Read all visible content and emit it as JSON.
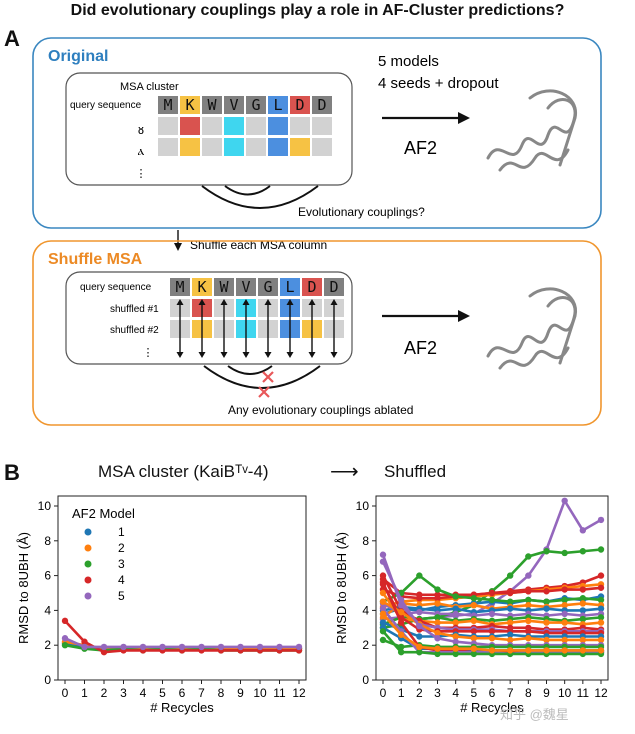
{
  "figure_title": "Did evolutionary couplings play a role in AF-Cluster predictions?",
  "panel_a": {
    "label": "A",
    "original": {
      "title": "Original",
      "msa_cluster_label": "MSA cluster",
      "query_label": "query sequence",
      "ellipsis": "⋮",
      "models_line1": "5 models",
      "models_line2": "4 seeds + dropout",
      "af2": "AF2",
      "couplings_caption": "Evolutionary couplings?"
    },
    "shuffle_caption": "Shuffle each MSA column",
    "shuffle": {
      "title": "Shuffle MSA",
      "query_label": "query sequence",
      "shuffled1": "shuffled #1",
      "shuffled2": "shuffled #2",
      "ellipsis": "⋮",
      "af2": "AF2",
      "ablated_caption": "Any evolutionary couplings ablated"
    },
    "residues": [
      "M",
      "K",
      "W",
      "V",
      "G",
      "L",
      "D",
      "D"
    ],
    "colors": {
      "gray": "#808080",
      "orange": "#f6c244",
      "red": "#d9534f",
      "cyan": "#3fd6ef",
      "blue": "#4c8fdf",
      "light": "#d2d2d2",
      "orig_border": "#3a87c0",
      "shuffle_border": "#f0962e",
      "title_blue": "#2e7fbf",
      "title_orange": "#ec8a25"
    }
  },
  "panel_b": {
    "label": "B",
    "arrow": "⟶",
    "watermark": "知乎 @魏星"
  },
  "chart_data": [
    {
      "type": "line",
      "title": "MSA cluster (KaiBᵀᵛ-4)",
      "xlabel": "# Recycles",
      "ylabel": "RMSD to 8UBH (Å)",
      "xlim": [
        0,
        12
      ],
      "ylim": [
        0,
        10
      ],
      "x_ticks": [
        0,
        1,
        2,
        3,
        4,
        5,
        6,
        7,
        8,
        9,
        10,
        11,
        12
      ],
      "y_ticks": [
        0,
        2,
        4,
        6,
        8,
        10
      ],
      "legend_title": "AF2 Model",
      "legend_position": "top-left",
      "legend_labels": [
        "1",
        "2",
        "3",
        "4",
        "5"
      ],
      "series_colors": [
        "#1f77b4",
        "#ff7f0e",
        "#2ca02c",
        "#d62728",
        "#9467bd"
      ],
      "series": [
        {
          "name": "1",
          "color": "#1f77b4",
          "values": [
            2.1,
            1.9,
            1.8,
            1.8,
            1.8,
            1.8,
            1.8,
            1.8,
            1.8,
            1.8,
            1.8,
            1.8,
            1.8
          ]
        },
        {
          "name": "2",
          "color": "#ff7f0e",
          "values": [
            2.2,
            2.0,
            1.8,
            1.8,
            1.8,
            1.8,
            1.8,
            1.8,
            1.8,
            1.8,
            1.8,
            1.8,
            1.8
          ]
        },
        {
          "name": "3",
          "color": "#2ca02c",
          "values": [
            2.0,
            1.8,
            1.7,
            1.8,
            1.7,
            1.8,
            1.7,
            1.8,
            1.7,
            1.7,
            1.7,
            1.7,
            1.7
          ]
        },
        {
          "name": "4",
          "color": "#d62728",
          "values": [
            3.4,
            2.2,
            1.6,
            1.7,
            1.7,
            1.7,
            1.7,
            1.7,
            1.7,
            1.7,
            1.7,
            1.7,
            1.7
          ]
        },
        {
          "name": "5",
          "color": "#9467bd",
          "values": [
            2.4,
            1.9,
            1.9,
            1.9,
            1.9,
            1.9,
            1.9,
            1.9,
            1.9,
            1.9,
            1.9,
            1.9,
            1.9
          ]
        }
      ]
    },
    {
      "type": "line",
      "title": "Shuffled",
      "xlabel": "# Recycles",
      "ylabel": "RMSD to 8UBH (Å)",
      "xlim": [
        0,
        12
      ],
      "ylim": [
        0,
        10
      ],
      "x_ticks": [
        0,
        1,
        2,
        3,
        4,
        5,
        6,
        7,
        8,
        9,
        10,
        11,
        12
      ],
      "y_ticks": [
        0,
        2,
        4,
        6,
        8,
        10
      ],
      "series": [
        {
          "color": "#9467bd",
          "values": [
            3.5,
            3.6,
            3.5,
            3.6,
            3.7,
            3.8,
            4.4,
            5.1,
            6.0,
            7.5,
            10.3,
            8.6,
            9.2
          ]
        },
        {
          "color": "#2ca02c",
          "values": [
            3.0,
            3.2,
            3.5,
            3.6,
            3.9,
            4.3,
            5.1,
            6.0,
            7.1,
            7.4,
            7.3,
            7.4,
            7.5
          ]
        },
        {
          "color": "#d62728",
          "values": [
            5.8,
            5.0,
            4.9,
            4.9,
            4.9,
            4.9,
            5.0,
            5.1,
            5.2,
            5.3,
            5.4,
            5.6,
            6.0
          ]
        },
        {
          "color": "#ff7f0e",
          "values": [
            4.2,
            4.5,
            4.6,
            4.6,
            4.7,
            4.8,
            4.9,
            5.0,
            5.1,
            5.2,
            5.3,
            5.4,
            5.5
          ]
        },
        {
          "color": "#d62728",
          "values": [
            5.2,
            4.8,
            4.7,
            4.7,
            4.8,
            4.9,
            5.0,
            5.0,
            5.1,
            5.1,
            5.2,
            5.2,
            5.3
          ]
        },
        {
          "color": "#1f77b4",
          "values": [
            3.8,
            4.1,
            4.0,
            4.2,
            4.3,
            4.4,
            4.5,
            4.4,
            4.6,
            4.5,
            4.7,
            4.6,
            4.8
          ]
        },
        {
          "color": "#2ca02c",
          "values": [
            4.5,
            5.0,
            6.0,
            5.2,
            4.8,
            4.7,
            4.6,
            4.5,
            4.6,
            4.5,
            4.6,
            4.7,
            4.6
          ]
        },
        {
          "color": "#ff7f0e",
          "values": [
            3.6,
            4.4,
            4.3,
            4.4,
            4.2,
            4.3,
            4.1,
            4.2,
            4.3,
            4.2,
            4.3,
            4.4,
            4.3
          ]
        },
        {
          "color": "#1f77b4",
          "values": [
            4.0,
            4.2,
            4.1,
            4.0,
            4.1,
            3.9,
            4.0,
            4.1,
            4.0,
            4.1,
            4.0,
            4.0,
            4.1
          ]
        },
        {
          "color": "#9467bd",
          "values": [
            4.4,
            3.8,
            3.9,
            3.8,
            3.8,
            3.7,
            3.8,
            3.7,
            3.8,
            3.7,
            3.8,
            3.7,
            3.8
          ]
        },
        {
          "color": "#2ca02c",
          "values": [
            3.2,
            3.6,
            3.5,
            3.6,
            3.4,
            3.5,
            3.4,
            3.5,
            3.6,
            3.5,
            3.4,
            3.5,
            3.6
          ]
        },
        {
          "color": "#ff7f0e",
          "values": [
            5.0,
            3.5,
            3.4,
            3.3,
            3.3,
            3.4,
            3.2,
            3.3,
            3.4,
            3.3,
            3.3,
            3.2,
            3.3
          ]
        },
        {
          "color": "#d62728",
          "values": [
            6.0,
            4.0,
            3.4,
            3.0,
            3.0,
            3.0,
            3.1,
            3.0,
            3.0,
            2.9,
            2.9,
            3.0,
            2.9
          ]
        },
        {
          "color": "#9467bd",
          "values": [
            7.2,
            4.3,
            3.2,
            3.0,
            2.9,
            2.9,
            2.9,
            2.8,
            2.8,
            2.8,
            2.8,
            2.8,
            2.8
          ]
        },
        {
          "color": "#d62728",
          "values": [
            5.5,
            3.6,
            2.9,
            2.8,
            2.8,
            2.8,
            2.8,
            2.8,
            2.8,
            2.7,
            2.7,
            2.7,
            2.7
          ]
        },
        {
          "color": "#1f77b4",
          "values": [
            3.3,
            2.9,
            2.5,
            2.5,
            2.6,
            2.5,
            2.5,
            2.6,
            2.5,
            2.5,
            2.5,
            2.5,
            2.5
          ]
        },
        {
          "color": "#ff7f0e",
          "values": [
            4.5,
            3.9,
            3.2,
            2.7,
            2.5,
            2.4,
            2.4,
            2.3,
            2.4,
            2.3,
            2.3,
            2.3,
            2.3
          ]
        },
        {
          "color": "#9467bd",
          "values": [
            6.8,
            4.6,
            3.1,
            2.4,
            2.2,
            2.1,
            2.0,
            2.0,
            2.0,
            2.0,
            2.0,
            2.0,
            2.0
          ]
        },
        {
          "color": "#2ca02c",
          "values": [
            2.3,
            1.9,
            2.0,
            1.9,
            1.9,
            1.9,
            1.9,
            1.9,
            1.9,
            1.9,
            1.9,
            1.9,
            1.9
          ]
        },
        {
          "color": "#1f77b4",
          "values": [
            3.0,
            2.4,
            1.8,
            1.8,
            1.7,
            1.7,
            1.7,
            1.7,
            1.7,
            1.7,
            1.7,
            1.7,
            1.7
          ]
        },
        {
          "color": "#d62728",
          "values": [
            5.6,
            3.3,
            1.9,
            1.7,
            1.7,
            1.6,
            1.6,
            1.6,
            1.6,
            1.6,
            1.6,
            1.6,
            1.6
          ]
        },
        {
          "color": "#9467bd",
          "values": [
            4.1,
            2.8,
            1.6,
            1.6,
            1.6,
            1.6,
            1.6,
            1.5,
            1.6,
            1.6,
            1.6,
            1.6,
            1.6
          ]
        },
        {
          "color": "#2ca02c",
          "values": [
            2.8,
            1.6,
            1.6,
            1.5,
            1.5,
            1.5,
            1.5,
            1.5,
            1.5,
            1.5,
            1.5,
            1.5,
            1.5
          ]
        },
        {
          "color": "#ff7f0e",
          "values": [
            3.8,
            2.6,
            1.9,
            1.8,
            1.8,
            1.8,
            1.7,
            1.7,
            1.7,
            1.7,
            1.7,
            1.7,
            1.7
          ]
        }
      ]
    }
  ]
}
